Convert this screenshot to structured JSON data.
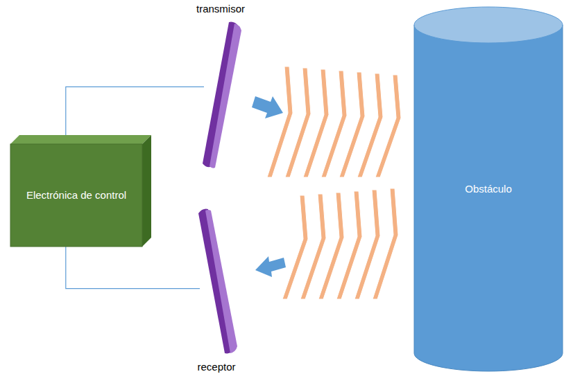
{
  "diagram": {
    "nodes": [
      {
        "text": [
          "transmisor"
        ]
      },
      {
        "text": [
          "Electrónica de control"
        ]
      },
      {
        "text": [
          "Obstáculo"
        ]
      },
      {
        "text": [
          "receptor"
        ]
      }
    ],
    "edges": [
      {
        "from": 1,
        "to": 0,
        "arrow": "none"
      },
      {
        "from": 1,
        "to": 3,
        "arrow": "none"
      }
    ]
  }
}
